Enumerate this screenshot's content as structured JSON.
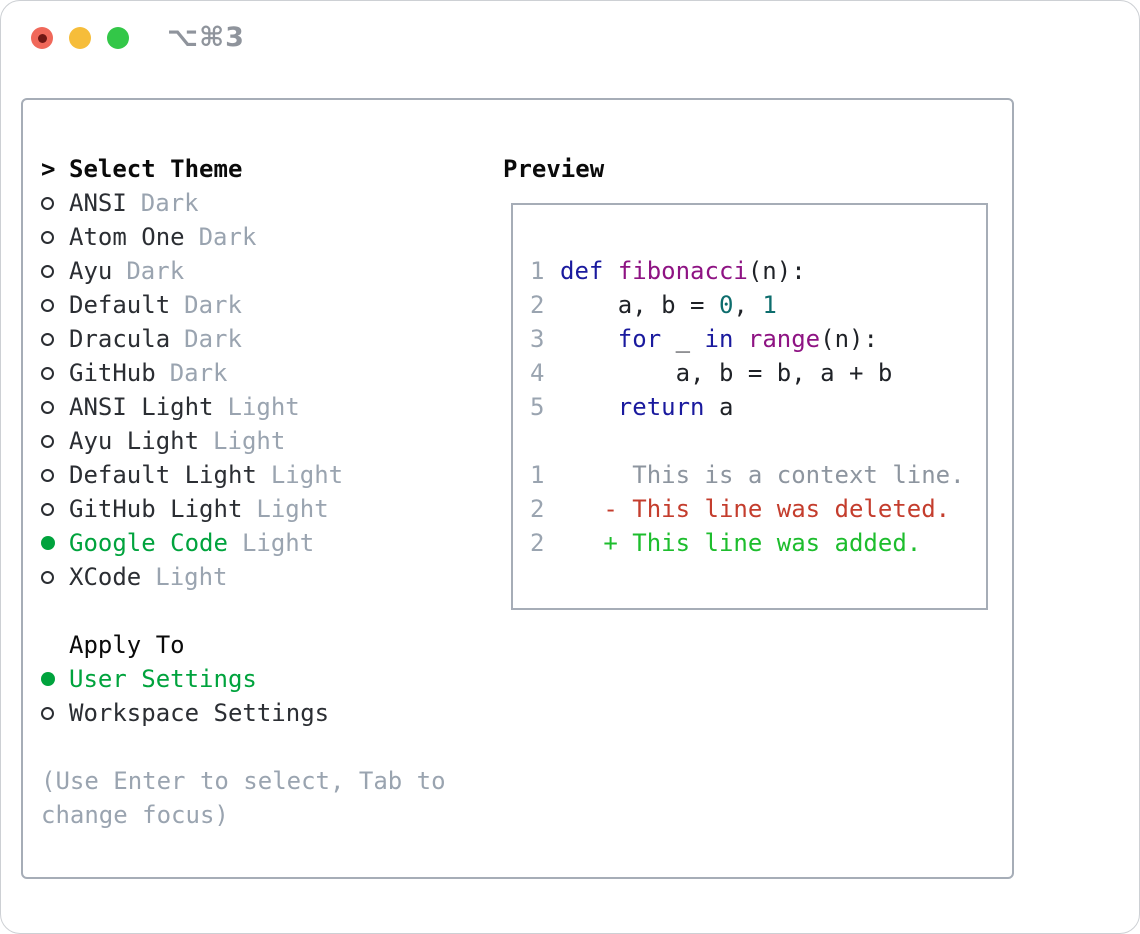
{
  "window": {
    "title": "⌥⌘3",
    "traffic_lights": [
      "close",
      "minimize",
      "zoom"
    ]
  },
  "theme_panel": {
    "header_prefix": ">",
    "header": "Select Theme",
    "themes": [
      {
        "name": "ANSI",
        "variant": "Dark",
        "selected": false
      },
      {
        "name": "Atom One",
        "variant": "Dark",
        "selected": false
      },
      {
        "name": "Ayu",
        "variant": "Dark",
        "selected": false
      },
      {
        "name": "Default",
        "variant": "Dark",
        "selected": false
      },
      {
        "name": "Dracula",
        "variant": "Dark",
        "selected": false
      },
      {
        "name": "GitHub",
        "variant": "Dark",
        "selected": false
      },
      {
        "name": "ANSI Light",
        "variant": "Light",
        "selected": false
      },
      {
        "name": "Ayu Light",
        "variant": "Light",
        "selected": false
      },
      {
        "name": "Default Light",
        "variant": "Light",
        "selected": false
      },
      {
        "name": "GitHub Light",
        "variant": "Light",
        "selected": false
      },
      {
        "name": "Google Code",
        "variant": "Light",
        "selected": true
      },
      {
        "name": "XCode",
        "variant": "Light",
        "selected": false
      }
    ],
    "apply_to": {
      "header": "Apply To",
      "options": [
        {
          "label": "User Settings",
          "selected": true
        },
        {
          "label": "Workspace Settings",
          "selected": false
        }
      ]
    },
    "help_text": "(Use Enter to select, Tab to change focus)"
  },
  "preview": {
    "header": "Preview",
    "code_lines": [
      {
        "num": "1",
        "tokens": [
          [
            "kw",
            "def"
          ],
          [
            "pln",
            " "
          ],
          [
            "fn",
            "fibonacci"
          ],
          [
            "pln",
            "(n):"
          ]
        ]
      },
      {
        "num": "2",
        "tokens": [
          [
            "pln",
            "    a, b = "
          ],
          [
            "num",
            "0"
          ],
          [
            "pln",
            ", "
          ],
          [
            "num",
            "1"
          ]
        ]
      },
      {
        "num": "3",
        "tokens": [
          [
            "pln",
            "    "
          ],
          [
            "kw",
            "for"
          ],
          [
            "pln",
            " _ "
          ],
          [
            "kw",
            "in"
          ],
          [
            "pln",
            " "
          ],
          [
            "fn",
            "range"
          ],
          [
            "pln",
            "(n):"
          ]
        ]
      },
      {
        "num": "4",
        "tokens": [
          [
            "pln",
            "        a, b = b, a + b"
          ]
        ]
      },
      {
        "num": "5",
        "tokens": [
          [
            "pln",
            "    "
          ],
          [
            "kw",
            "return"
          ],
          [
            "pln",
            " a"
          ]
        ]
      }
    ],
    "diff_lines": [
      {
        "num": "1",
        "kind": "ctx",
        "text": "     This is a context line."
      },
      {
        "num": "2",
        "kind": "del",
        "text": "   - This line was deleted."
      },
      {
        "num": "2",
        "kind": "add",
        "text": "   + This line was added."
      }
    ]
  },
  "colors": {
    "border": "#a6adb7",
    "text": "#2b2e33",
    "heading": "#0a0a0a",
    "muted": "#9aa4b0",
    "green": "#00a33d",
    "add_green": "#1dbd2d",
    "del_red": "#c43d2d",
    "ctx_gray": "#8d959f",
    "kw": "#1a1a9e",
    "fn": "#8e1383",
    "num": "#0d6d6d",
    "pln": "#1f2227",
    "title_gray": "#8f949c",
    "light_red": "#f0685a",
    "light_red_dot": "#701714",
    "light_yellow": "#f6bd3a",
    "light_green": "#33c748"
  }
}
